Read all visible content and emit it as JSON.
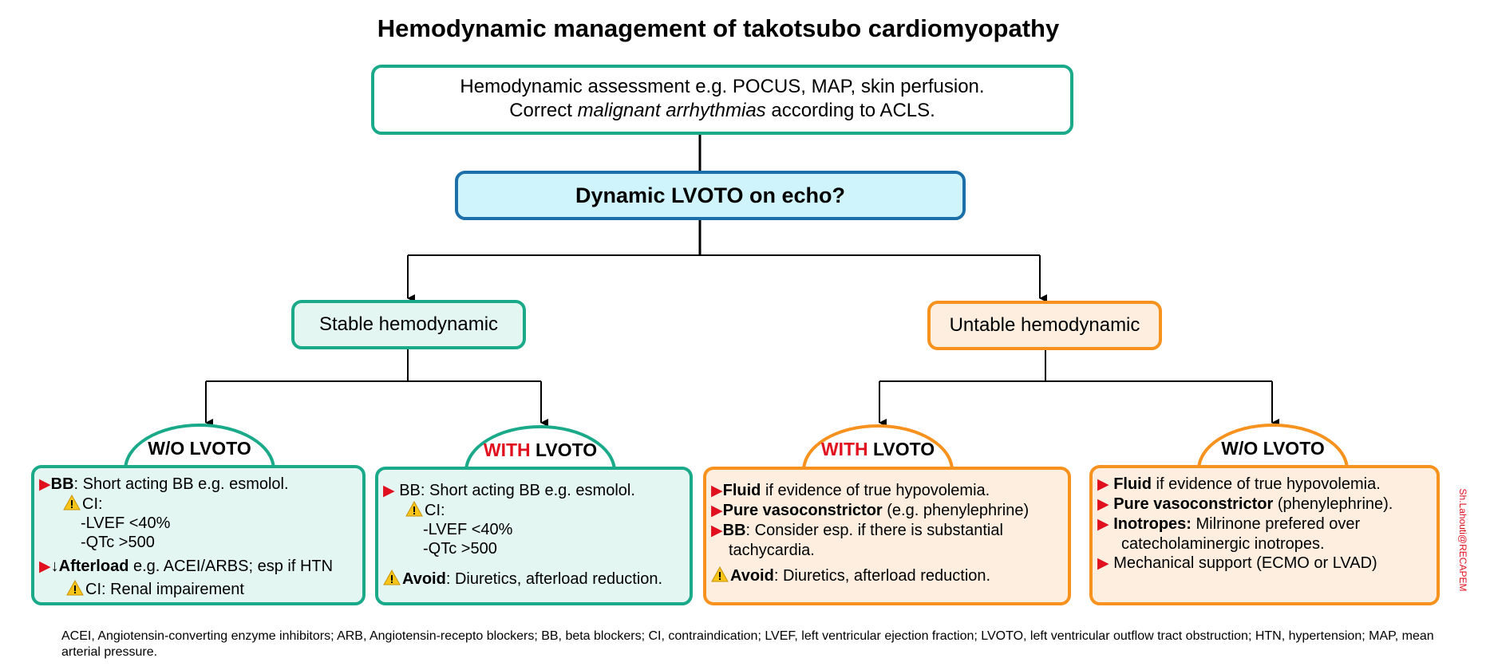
{
  "title": "Hemodynamic management of takotsubo cardiomyopathy",
  "assessment": {
    "line1": "Hemodynamic assessment e.g. POCUS, MAP, skin perfusion.",
    "line2_pre": "Correct ",
    "line2_italic": "malignant arrhythmias",
    "line2_post": " according to ACLS."
  },
  "question": "Dynamic LVOTO on echo?",
  "stable_label": "Stable hemodynamic",
  "unstable_label": "Untable hemodynamic",
  "stable_wo": {
    "cap": "W/O LVOTO",
    "bb_bold": "BB",
    "bb_text": ": Short acting BB e.g. esmolol.",
    "ci_label": "CI:",
    "ci1": "-LVEF <40%",
    "ci2": "-QTc >500",
    "afterload_arrow": "↓",
    "afterload_bold": "Afterload",
    "afterload_text": " e.g. ACEI/ARBS; esp if HTN",
    "ci_renal": "CI: Renal impairement"
  },
  "stable_with": {
    "cap_red": "WITH",
    "cap_rest": " LVOTO",
    "bb_text": "BB: Short acting BB e.g. esmolol.",
    "ci_label": "CI:",
    "ci1": "-LVEF <40%",
    "ci2": "-QTc >500",
    "avoid_bold": "Avoid",
    "avoid_text": ": Diuretics, afterload reduction."
  },
  "unstable_with": {
    "cap_red": "WITH",
    "cap_rest": " LVOTO",
    "fluid_bold": "Fluid",
    "fluid_text": " if evidence of true hypovolemia.",
    "vaso_bold": "Pure vasoconstrictor",
    "vaso_text": " (e.g. phenylephrine)",
    "bb_bold": "BB",
    "bb_text": ": Consider esp. if there is substantial",
    "bb_text2": "tachycardia.",
    "avoid_bold": "Avoid",
    "avoid_text": ": Diuretics, afterload reduction."
  },
  "unstable_wo": {
    "cap": "W/O LVOTO",
    "fluid_bold": "Fluid",
    "fluid_text": " if evidence of true hypovolemia.",
    "vaso_bold": "Pure vasoconstrictor",
    "vaso_text": " (phenylephrine).",
    "ino_bold": "Inotropes:",
    "ino_text": " Milrinone prefered over",
    "ino_text2": "catecholaminergic inotropes.",
    "mech_text": "Mechanical support (ECMO or LVAD)"
  },
  "footnote": "ACEI, Angiotensin-converting enzyme inhibitors; ARB, Angiotensin-recepto blockers; BB, beta blockers; CI, contraindication; LVEF, left ventricular ejection fraction; LVOTO, left ventricular outflow tract obstruction; HTN, hypertension; MAP, mean arterial pressure.",
  "credit": "Sh.Lahouti@RECAPEM",
  "colors": {
    "teal": "#1aaa8a",
    "orange": "#f7921e",
    "blue": "#1c6fa8",
    "red": "#e0101e"
  },
  "icons": {
    "bullet": "red-triangle-icon",
    "warning": "warning-icon"
  }
}
